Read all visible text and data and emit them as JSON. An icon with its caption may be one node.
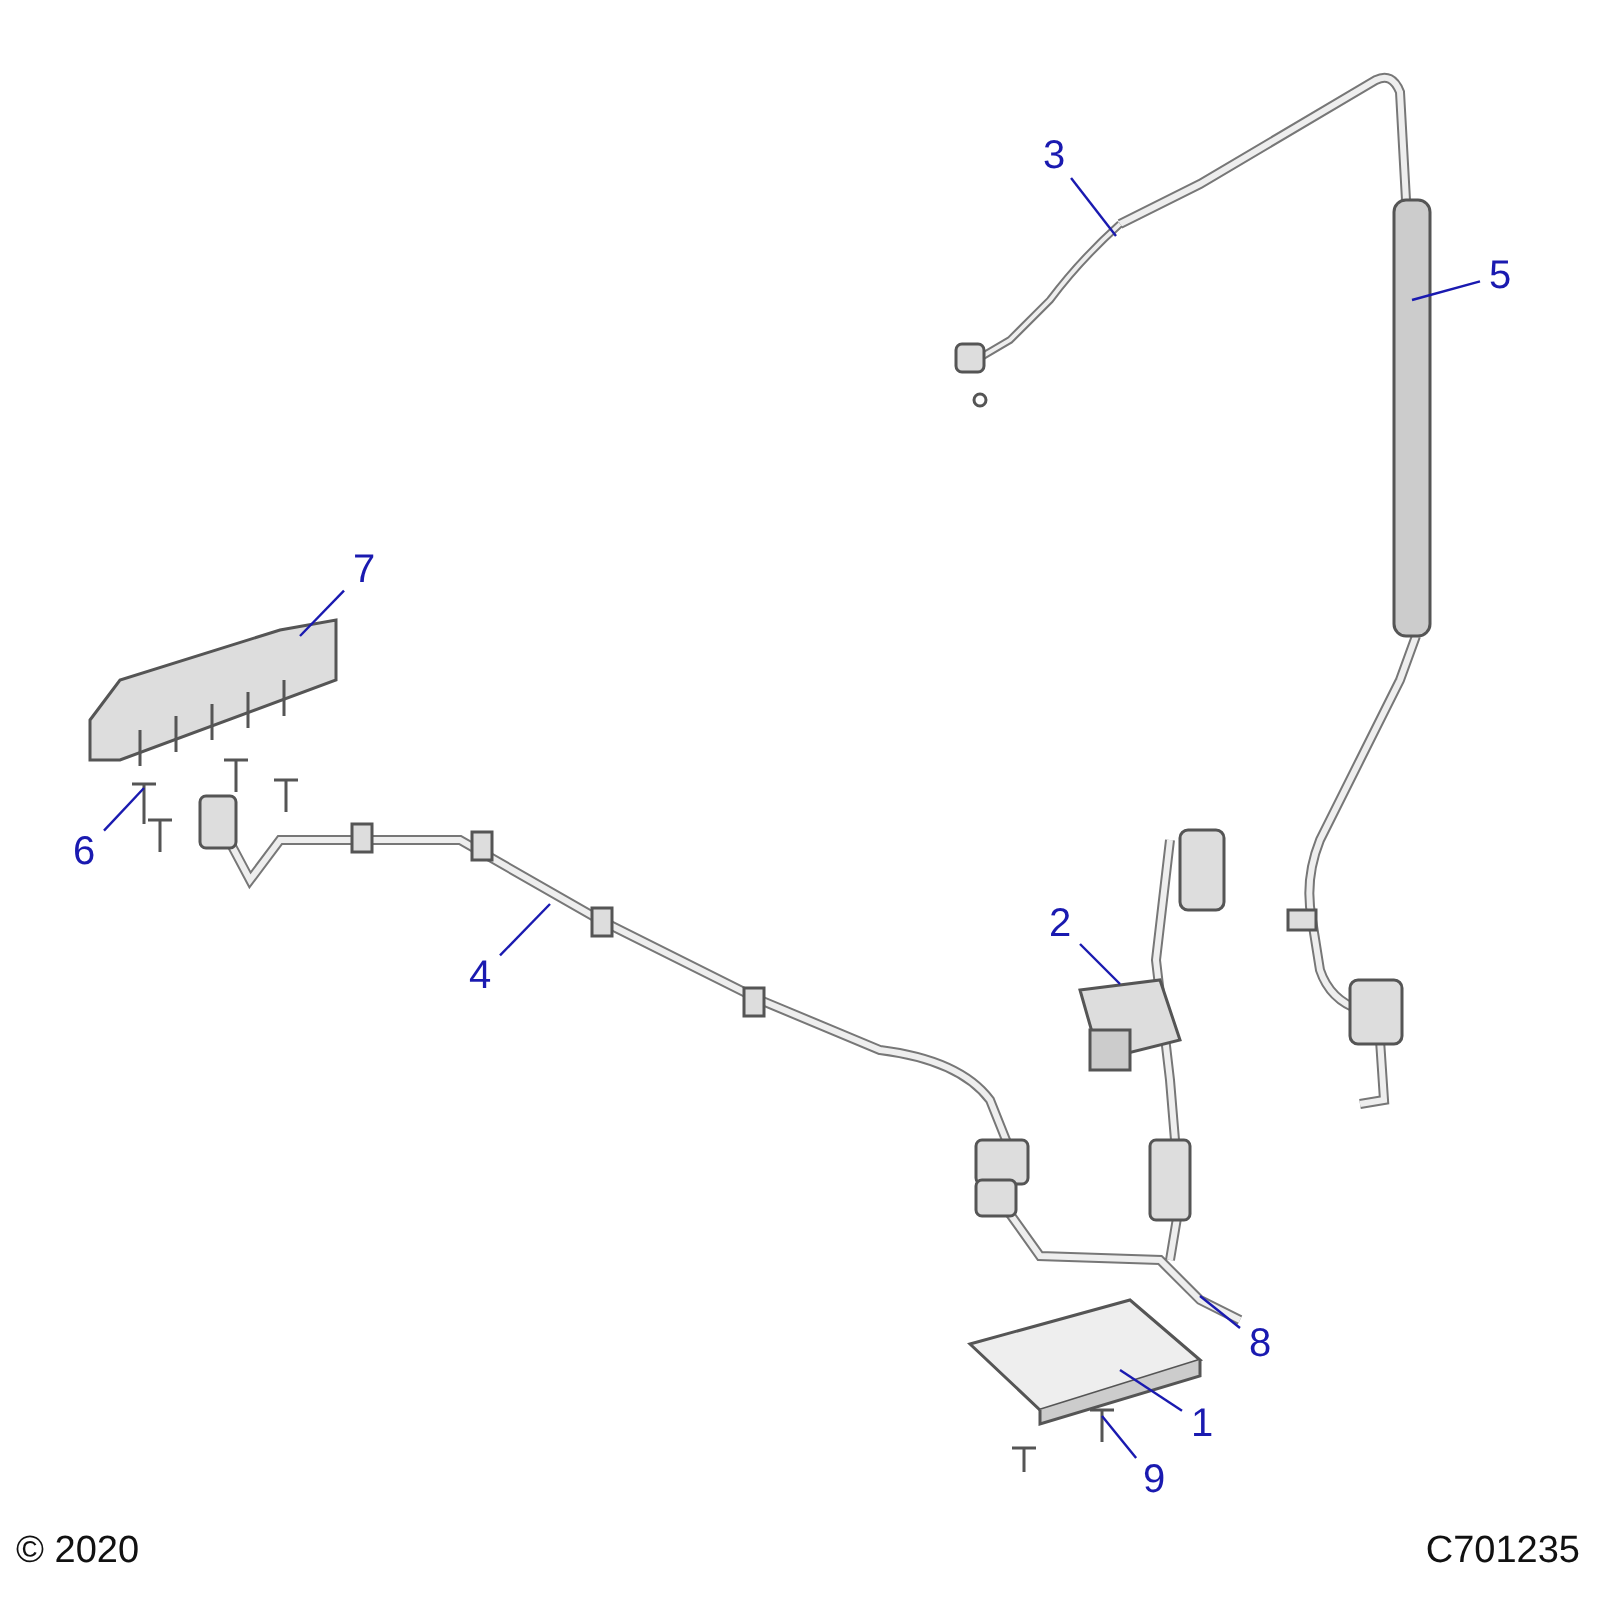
{
  "diagram": {
    "nodes": [
      {
        "text": [
          "3"
        ]
      },
      {
        "text": [
          "5"
        ]
      },
      {
        "text": [
          "7"
        ]
      },
      {
        "text": [
          "6"
        ]
      },
      {
        "text": [
          "4"
        ]
      },
      {
        "text": [
          "2"
        ]
      },
      {
        "text": [
          "8"
        ]
      },
      {
        "text": [
          "1"
        ]
      },
      {
        "text": [
          "9"
        ]
      }
    ],
    "edges": [
      {
        "from": 0,
        "to": null,
        "arrow": "none"
      },
      {
        "from": 1,
        "to": null,
        "arrow": "none"
      },
      {
        "from": 2,
        "to": null,
        "arrow": "none"
      },
      {
        "from": 3,
        "to": null,
        "arrow": "none"
      },
      {
        "from": 4,
        "to": null,
        "arrow": "none"
      },
      {
        "from": 5,
        "to": null,
        "arrow": "none"
      },
      {
        "from": 6,
        "to": null,
        "arrow": "none"
      },
      {
        "from": 7,
        "to": null,
        "arrow": "none"
      },
      {
        "from": 8,
        "to": null,
        "arrow": "none"
      }
    ],
    "labels": [
      "© 2020",
      "C701235"
    ]
  }
}
